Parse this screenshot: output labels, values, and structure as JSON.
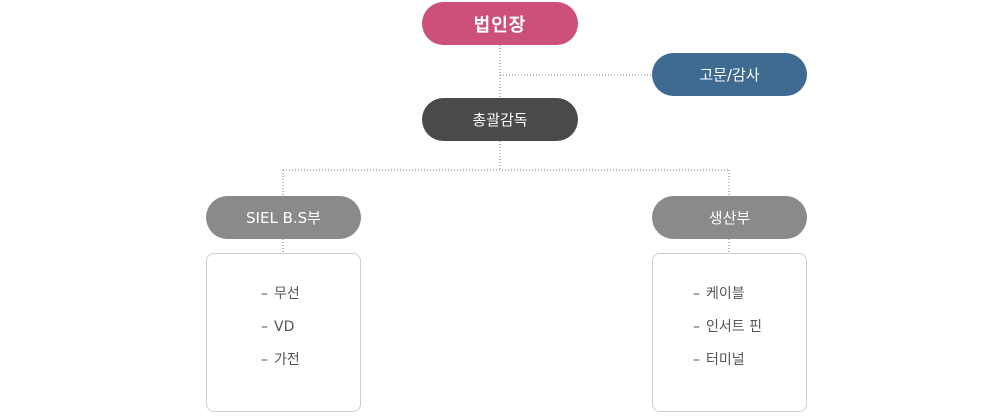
{
  "org_chart": {
    "ceo": {
      "label": "법인장",
      "color": "#cc5077"
    },
    "advisor": {
      "label": "고문/감사",
      "color": "#3f6b93"
    },
    "director": {
      "label": "총괄감독",
      "color": "#4a4a4a"
    },
    "departments": [
      {
        "label": "SIEL B.S부",
        "color": "#8a8a8a",
        "items": [
          "무선",
          "VD",
          "가전"
        ]
      },
      {
        "label": "생산부",
        "color": "#8a8a8a",
        "items": [
          "케이블",
          "인서트 핀",
          "터미널"
        ]
      }
    ],
    "item_prefix": "–",
    "connector_color": "#777777",
    "box_border_color": "#cfcfcf"
  }
}
